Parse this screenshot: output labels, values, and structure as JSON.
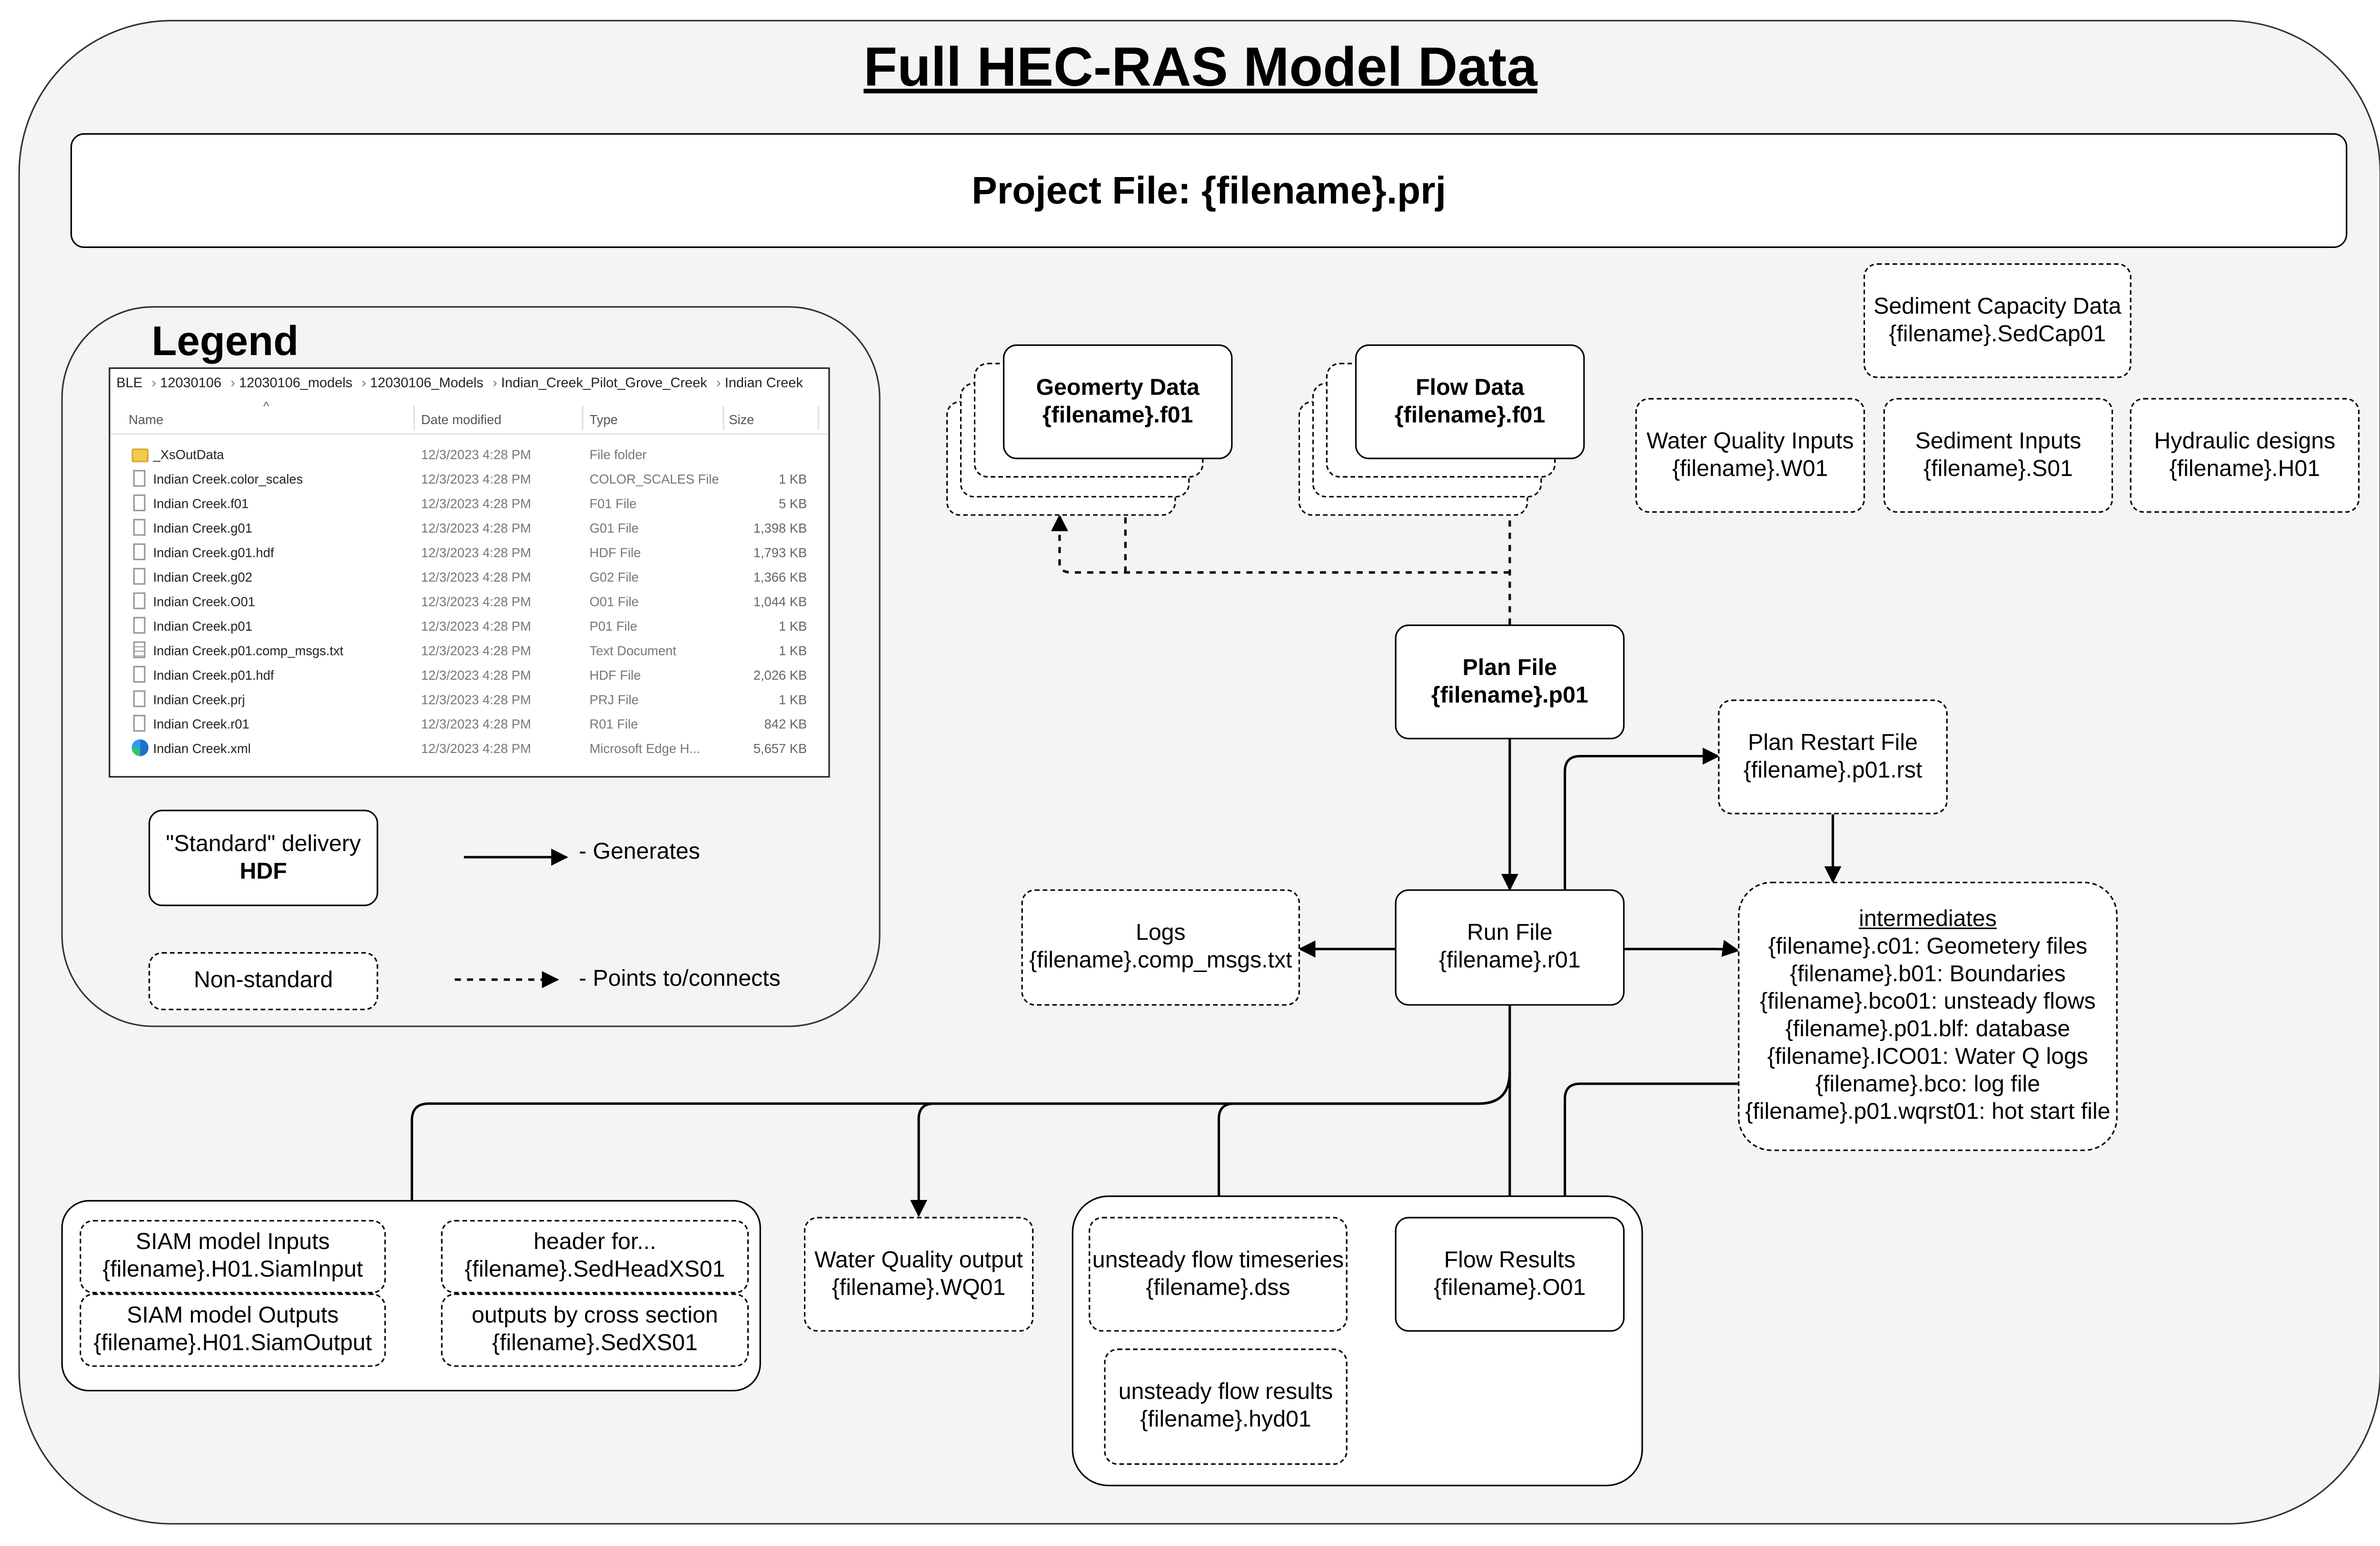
{
  "title": "Full HEC-RAS Model Data",
  "project_file": "Project File: {filename}.prj",
  "legend": {
    "title": "Legend",
    "breadcrumb": [
      "BLE",
      "12030106",
      "12030106_models",
      "12030106_Models",
      "Indian_Creek_Pilot_Grove_Creek",
      "Indian Creek"
    ],
    "columns": {
      "name": "Name",
      "date": "Date modified",
      "type": "Type",
      "size": "Size"
    },
    "files": [
      {
        "name": "_XsOutData",
        "date": "12/3/2023 4:28 PM",
        "type": "File folder",
        "size": "",
        "icon": "folder-icon"
      },
      {
        "name": "Indian Creek.color_scales",
        "date": "12/3/2023 4:28 PM",
        "type": "COLOR_SCALES File",
        "size": "1 KB",
        "icon": "file-icon"
      },
      {
        "name": "Indian Creek.f01",
        "date": "12/3/2023 4:28 PM",
        "type": "F01 File",
        "size": "5 KB",
        "icon": "file-icon"
      },
      {
        "name": "Indian Creek.g01",
        "date": "12/3/2023 4:28 PM",
        "type": "G01 File",
        "size": "1,398 KB",
        "icon": "file-icon"
      },
      {
        "name": "Indian Creek.g01.hdf",
        "date": "12/3/2023 4:28 PM",
        "type": "HDF File",
        "size": "1,793 KB",
        "icon": "file-icon"
      },
      {
        "name": "Indian Creek.g02",
        "date": "12/3/2023 4:28 PM",
        "type": "G02 File",
        "size": "1,366 KB",
        "icon": "file-icon"
      },
      {
        "name": "Indian Creek.O01",
        "date": "12/3/2023 4:28 PM",
        "type": "O01 File",
        "size": "1,044 KB",
        "icon": "file-icon"
      },
      {
        "name": "Indian Creek.p01",
        "date": "12/3/2023 4:28 PM",
        "type": "P01 File",
        "size": "1 KB",
        "icon": "file-icon"
      },
      {
        "name": "Indian Creek.p01.comp_msgs.txt",
        "date": "12/3/2023 4:28 PM",
        "type": "Text Document",
        "size": "1 KB",
        "icon": "text-file-icon"
      },
      {
        "name": "Indian Creek.p01.hdf",
        "date": "12/3/2023 4:28 PM",
        "type": "HDF File",
        "size": "2,026 KB",
        "icon": "file-icon"
      },
      {
        "name": "Indian Creek.prj",
        "date": "12/3/2023 4:28 PM",
        "type": "PRJ File",
        "size": "1 KB",
        "icon": "file-icon"
      },
      {
        "name": "Indian Creek.r01",
        "date": "12/3/2023 4:28 PM",
        "type": "R01 File",
        "size": "842 KB",
        "icon": "file-icon"
      },
      {
        "name": "Indian Creek.xml",
        "date": "12/3/2023 4:28 PM",
        "type": "Microsoft Edge H...",
        "size": "5,657 KB",
        "icon": "edge-icon"
      }
    ],
    "standard_line1": "\"Standard\" delivery",
    "standard_line2": "HDF",
    "nonstandard": "Non-standard",
    "generates": "- Generates",
    "points_to": "- Points to/connects"
  },
  "nodes": {
    "geometry": {
      "line1": "Geomerty Data",
      "line2": "{filename}.f01"
    },
    "flow": {
      "line1": "Flow Data",
      "line2": "{filename}.f01"
    },
    "sediment_capacity": {
      "line1": "Sediment Capacity Data",
      "line2": "{filename}.SedCap01"
    },
    "water_quality_inputs": {
      "line1": "Water Quality Inputs",
      "line2": "{filename}.W01"
    },
    "sediment_inputs": {
      "line1": "Sediment Inputs",
      "line2": "{filename}.S01"
    },
    "hydraulic_designs": {
      "line1": "Hydraulic designs",
      "line2": "{filename}.H01"
    },
    "plan": {
      "line1": "Plan File",
      "line2": "{filename}.p01"
    },
    "plan_restart": {
      "line1": "Plan Restart File",
      "line2": "{filename}.p01.rst"
    },
    "run": {
      "line1": "Run File",
      "line2": "{filename}.r01"
    },
    "logs": {
      "line1": "Logs",
      "line2": "{filename}.comp_msgs.txt"
    },
    "intermediates": {
      "title": "intermediates",
      "lines": [
        "{filename}.c01: Geometery files",
        "{filename}.b01: Boundaries",
        "{filename}.bco01: unsteady flows",
        "{filename}.p01.blf: database",
        "{filename}.ICO01: Water Q logs",
        "{filename}.bco: log file",
        "{filename}.p01.wqrst01: hot start file"
      ]
    },
    "siam_inputs": {
      "line1": "SIAM model Inputs",
      "line2": "{filename}.H01.SiamInput"
    },
    "siam_outputs": {
      "line1": "SIAM model Outputs",
      "line2": "{filename}.H01.SiamOutput"
    },
    "sed_header": {
      "line1": "header for...",
      "line2": "{filename}.SedHeadXS01"
    },
    "sed_outputs": {
      "line1": "outputs by cross section",
      "line2": "{filename}.SedXS01"
    },
    "water_quality_output": {
      "line1": "Water Quality output",
      "line2": "{filename}.WQ01"
    },
    "unsteady_timeseries": {
      "line1": "unsteady flow timeseries",
      "line2": "{filename}.dss"
    },
    "unsteady_results": {
      "line1": "unsteady flow results",
      "line2": "{filename}.hyd01"
    },
    "flow_results": {
      "line1": "Flow Results",
      "line2": "{filename}.O01"
    }
  }
}
